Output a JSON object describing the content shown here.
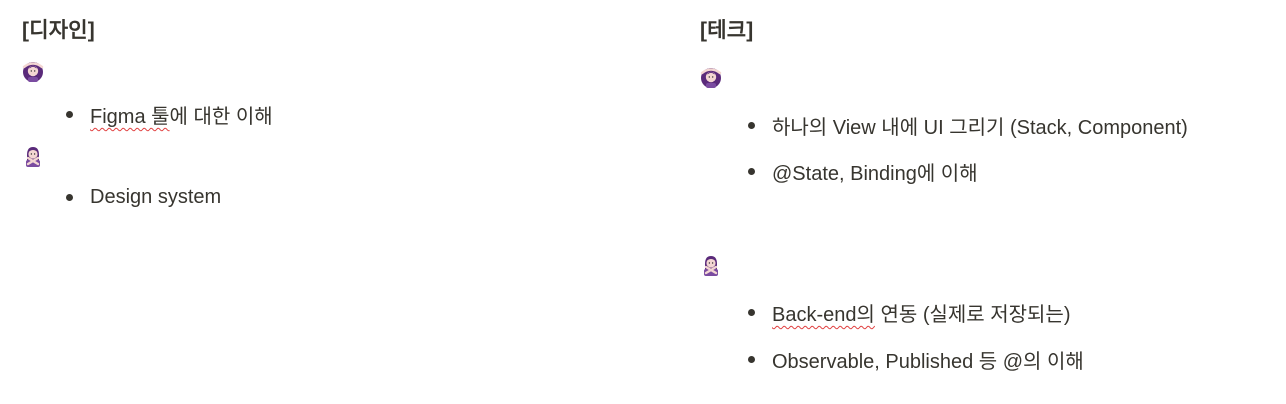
{
  "design": {
    "heading": "[디자인]",
    "ok_icon": "person-gesturing-ok-emoji",
    "no_icon": "person-gesturing-no-emoji",
    "ok_items": [
      {
        "misspelled": "Figma 툴",
        "rest": "에 대한 이해"
      }
    ],
    "no_items": [
      {
        "text": "Design system"
      }
    ]
  },
  "tech": {
    "heading": "[테크]",
    "ok_icon": "person-gesturing-ok-emoji",
    "no_icon": "person-gesturing-no-emoji",
    "ok_items": [
      {
        "text": "하나의 View 내에 UI 그리기 (Stack, Component)"
      },
      {
        "text": "@State, Binding에 이해"
      }
    ],
    "no_items": [
      {
        "misspelled": "Back-end의",
        "rest": " 연동 (실제로 저장되는)"
      },
      {
        "text": "Observable, Published 등 @의 이해"
      }
    ]
  },
  "colors": {
    "text": "#37352f",
    "spellcheck_underline": "#e03e3e",
    "emoji_hair": "#5a2a7a",
    "emoji_skin": "#f3d6d2"
  }
}
